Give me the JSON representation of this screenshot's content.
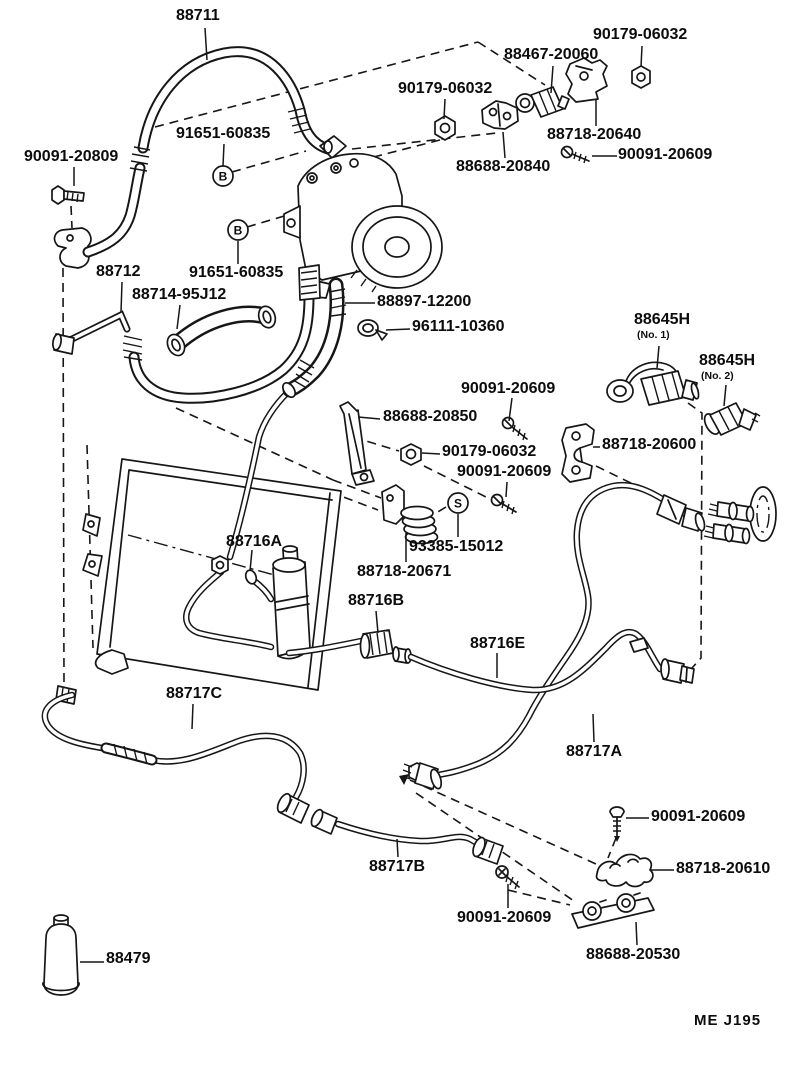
{
  "figure_code": "ME J195",
  "colors": {
    "background": "#ffffff",
    "line": "#161616"
  },
  "markers": [
    {
      "letter": "B"
    },
    {
      "letter": "B"
    },
    {
      "letter": "S"
    }
  ],
  "labels": [
    {
      "id": "88711",
      "part_number": "88711"
    },
    {
      "id": "90179-06032-a",
      "part_number": "90179-06032"
    },
    {
      "id": "88467-20060",
      "part_number": "88467-20060"
    },
    {
      "id": "90179-06032-b",
      "part_number": "90179-06032"
    },
    {
      "id": "91651-60835-a",
      "part_number": "91651-60835"
    },
    {
      "id": "88718-20640",
      "part_number": "88718-20640"
    },
    {
      "id": "90091-20609-a",
      "part_number": "90091-20609"
    },
    {
      "id": "90091-20809",
      "part_number": "90091-20809"
    },
    {
      "id": "88688-20840",
      "part_number": "88688-20840"
    },
    {
      "id": "88712",
      "part_number": "88712"
    },
    {
      "id": "91651-60835-b",
      "part_number": "91651-60835"
    },
    {
      "id": "88714-95J12",
      "part_number": "88714-95J12"
    },
    {
      "id": "88897-12200",
      "part_number": "88897-12200"
    },
    {
      "id": "96111-10360",
      "part_number": "96111-10360"
    },
    {
      "id": "88645H-no1",
      "part_number": "88645H",
      "note": "(No. 1)"
    },
    {
      "id": "88645H-no2",
      "part_number": "88645H",
      "note": "(No. 2)"
    },
    {
      "id": "90091-20609-b",
      "part_number": "90091-20609"
    },
    {
      "id": "88688-20850",
      "part_number": "88688-20850"
    },
    {
      "id": "90179-06032-c",
      "part_number": "90179-06032"
    },
    {
      "id": "88718-20600",
      "part_number": "88718-20600"
    },
    {
      "id": "90091-20609-c",
      "part_number": "90091-20609"
    },
    {
      "id": "93385-15012",
      "part_number": "93385-15012"
    },
    {
      "id": "88718-20671",
      "part_number": "88718-20671"
    },
    {
      "id": "88716A",
      "part_number": "88716A"
    },
    {
      "id": "88716B",
      "part_number": "88716B"
    },
    {
      "id": "88716E",
      "part_number": "88716E"
    },
    {
      "id": "88717C",
      "part_number": "88717C"
    },
    {
      "id": "88717A",
      "part_number": "88717A"
    },
    {
      "id": "90091-20609-d",
      "part_number": "90091-20609"
    },
    {
      "id": "88717B",
      "part_number": "88717B"
    },
    {
      "id": "88718-20610",
      "part_number": "88718-20610"
    },
    {
      "id": "90091-20609-e",
      "part_number": "90091-20609"
    },
    {
      "id": "88688-20530",
      "part_number": "88688-20530"
    },
    {
      "id": "88479",
      "part_number": "88479"
    }
  ]
}
